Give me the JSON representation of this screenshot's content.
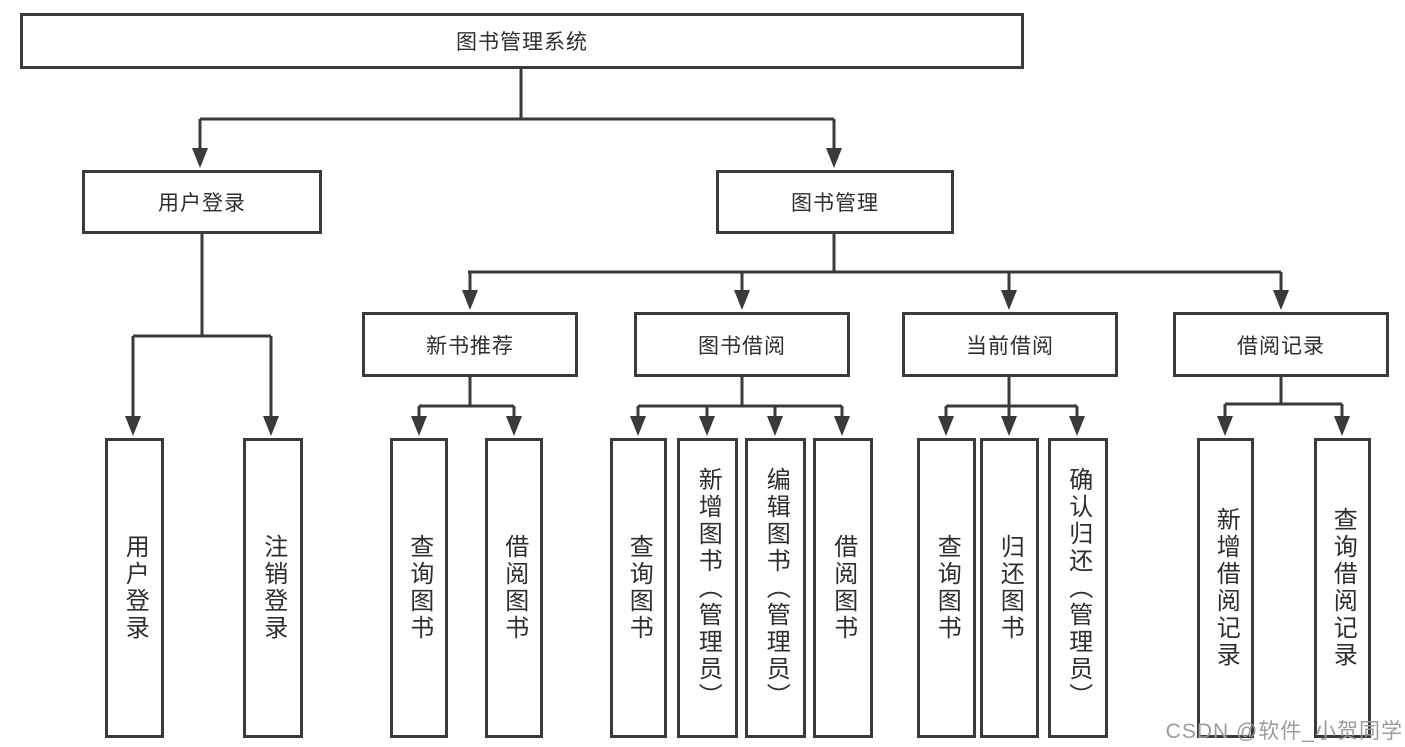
{
  "diagram": {
    "title": "图书管理系统",
    "branches": [
      {
        "label": "用户登录",
        "children": [
          {
            "label": "用户登录"
          },
          {
            "label": "注销登录"
          }
        ]
      },
      {
        "label": "图书管理",
        "children": [
          {
            "label": "新书推荐",
            "children": [
              {
                "label": "查询图书"
              },
              {
                "label": "借阅图书"
              }
            ]
          },
          {
            "label": "图书借阅",
            "children": [
              {
                "label": "查询图书"
              },
              {
                "label": "新增图书（管理员）"
              },
              {
                "label": "编辑图书（管理员）"
              },
              {
                "label": "借阅图书"
              }
            ]
          },
          {
            "label": "当前借阅",
            "children": [
              {
                "label": "查询图书"
              },
              {
                "label": "归还图书"
              },
              {
                "label": "确认归还（管理员）"
              }
            ]
          },
          {
            "label": "借阅记录",
            "children": [
              {
                "label": "新增借阅记录"
              },
              {
                "label": "查询借阅记录"
              }
            ]
          }
        ]
      }
    ]
  },
  "watermark": {
    "text": "CSDN @软件_小贺同学"
  },
  "colors": {
    "line": "#3a3a3a",
    "text": "#2e2e2e",
    "watermark": "#9b9b9b",
    "background": "#ffffff"
  }
}
